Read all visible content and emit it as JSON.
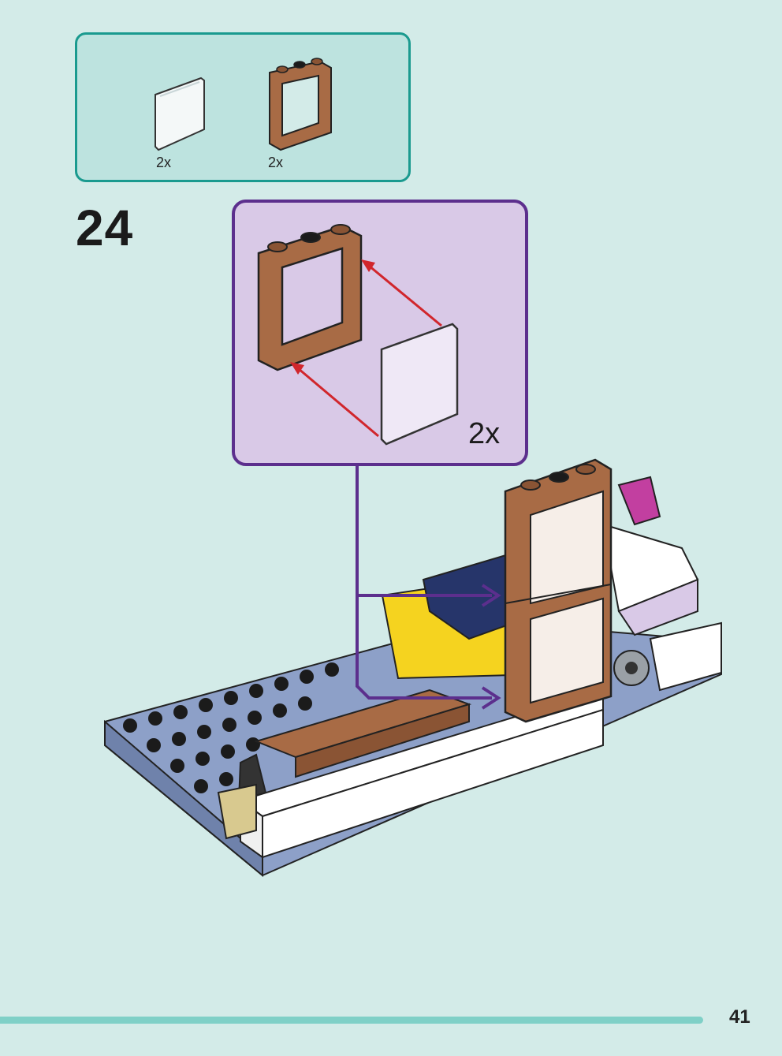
{
  "parts_list": {
    "items": [
      {
        "name": "transparent-glass-pane",
        "quantity": "2x"
      },
      {
        "name": "brown-window-frame",
        "quantity": "2x"
      }
    ]
  },
  "step": {
    "number": "24"
  },
  "callout": {
    "quantity": "2x"
  },
  "page": {
    "number": "41"
  },
  "colors": {
    "background": "#d3ebe8",
    "parts_border": "#1a9a8f",
    "callout_border": "#5c2f8d",
    "callout_fill": "#d9c9e7",
    "brick_brown": "#a86b45",
    "arrow_red": "#d1262c",
    "footer_bar": "#7fd0c7"
  }
}
